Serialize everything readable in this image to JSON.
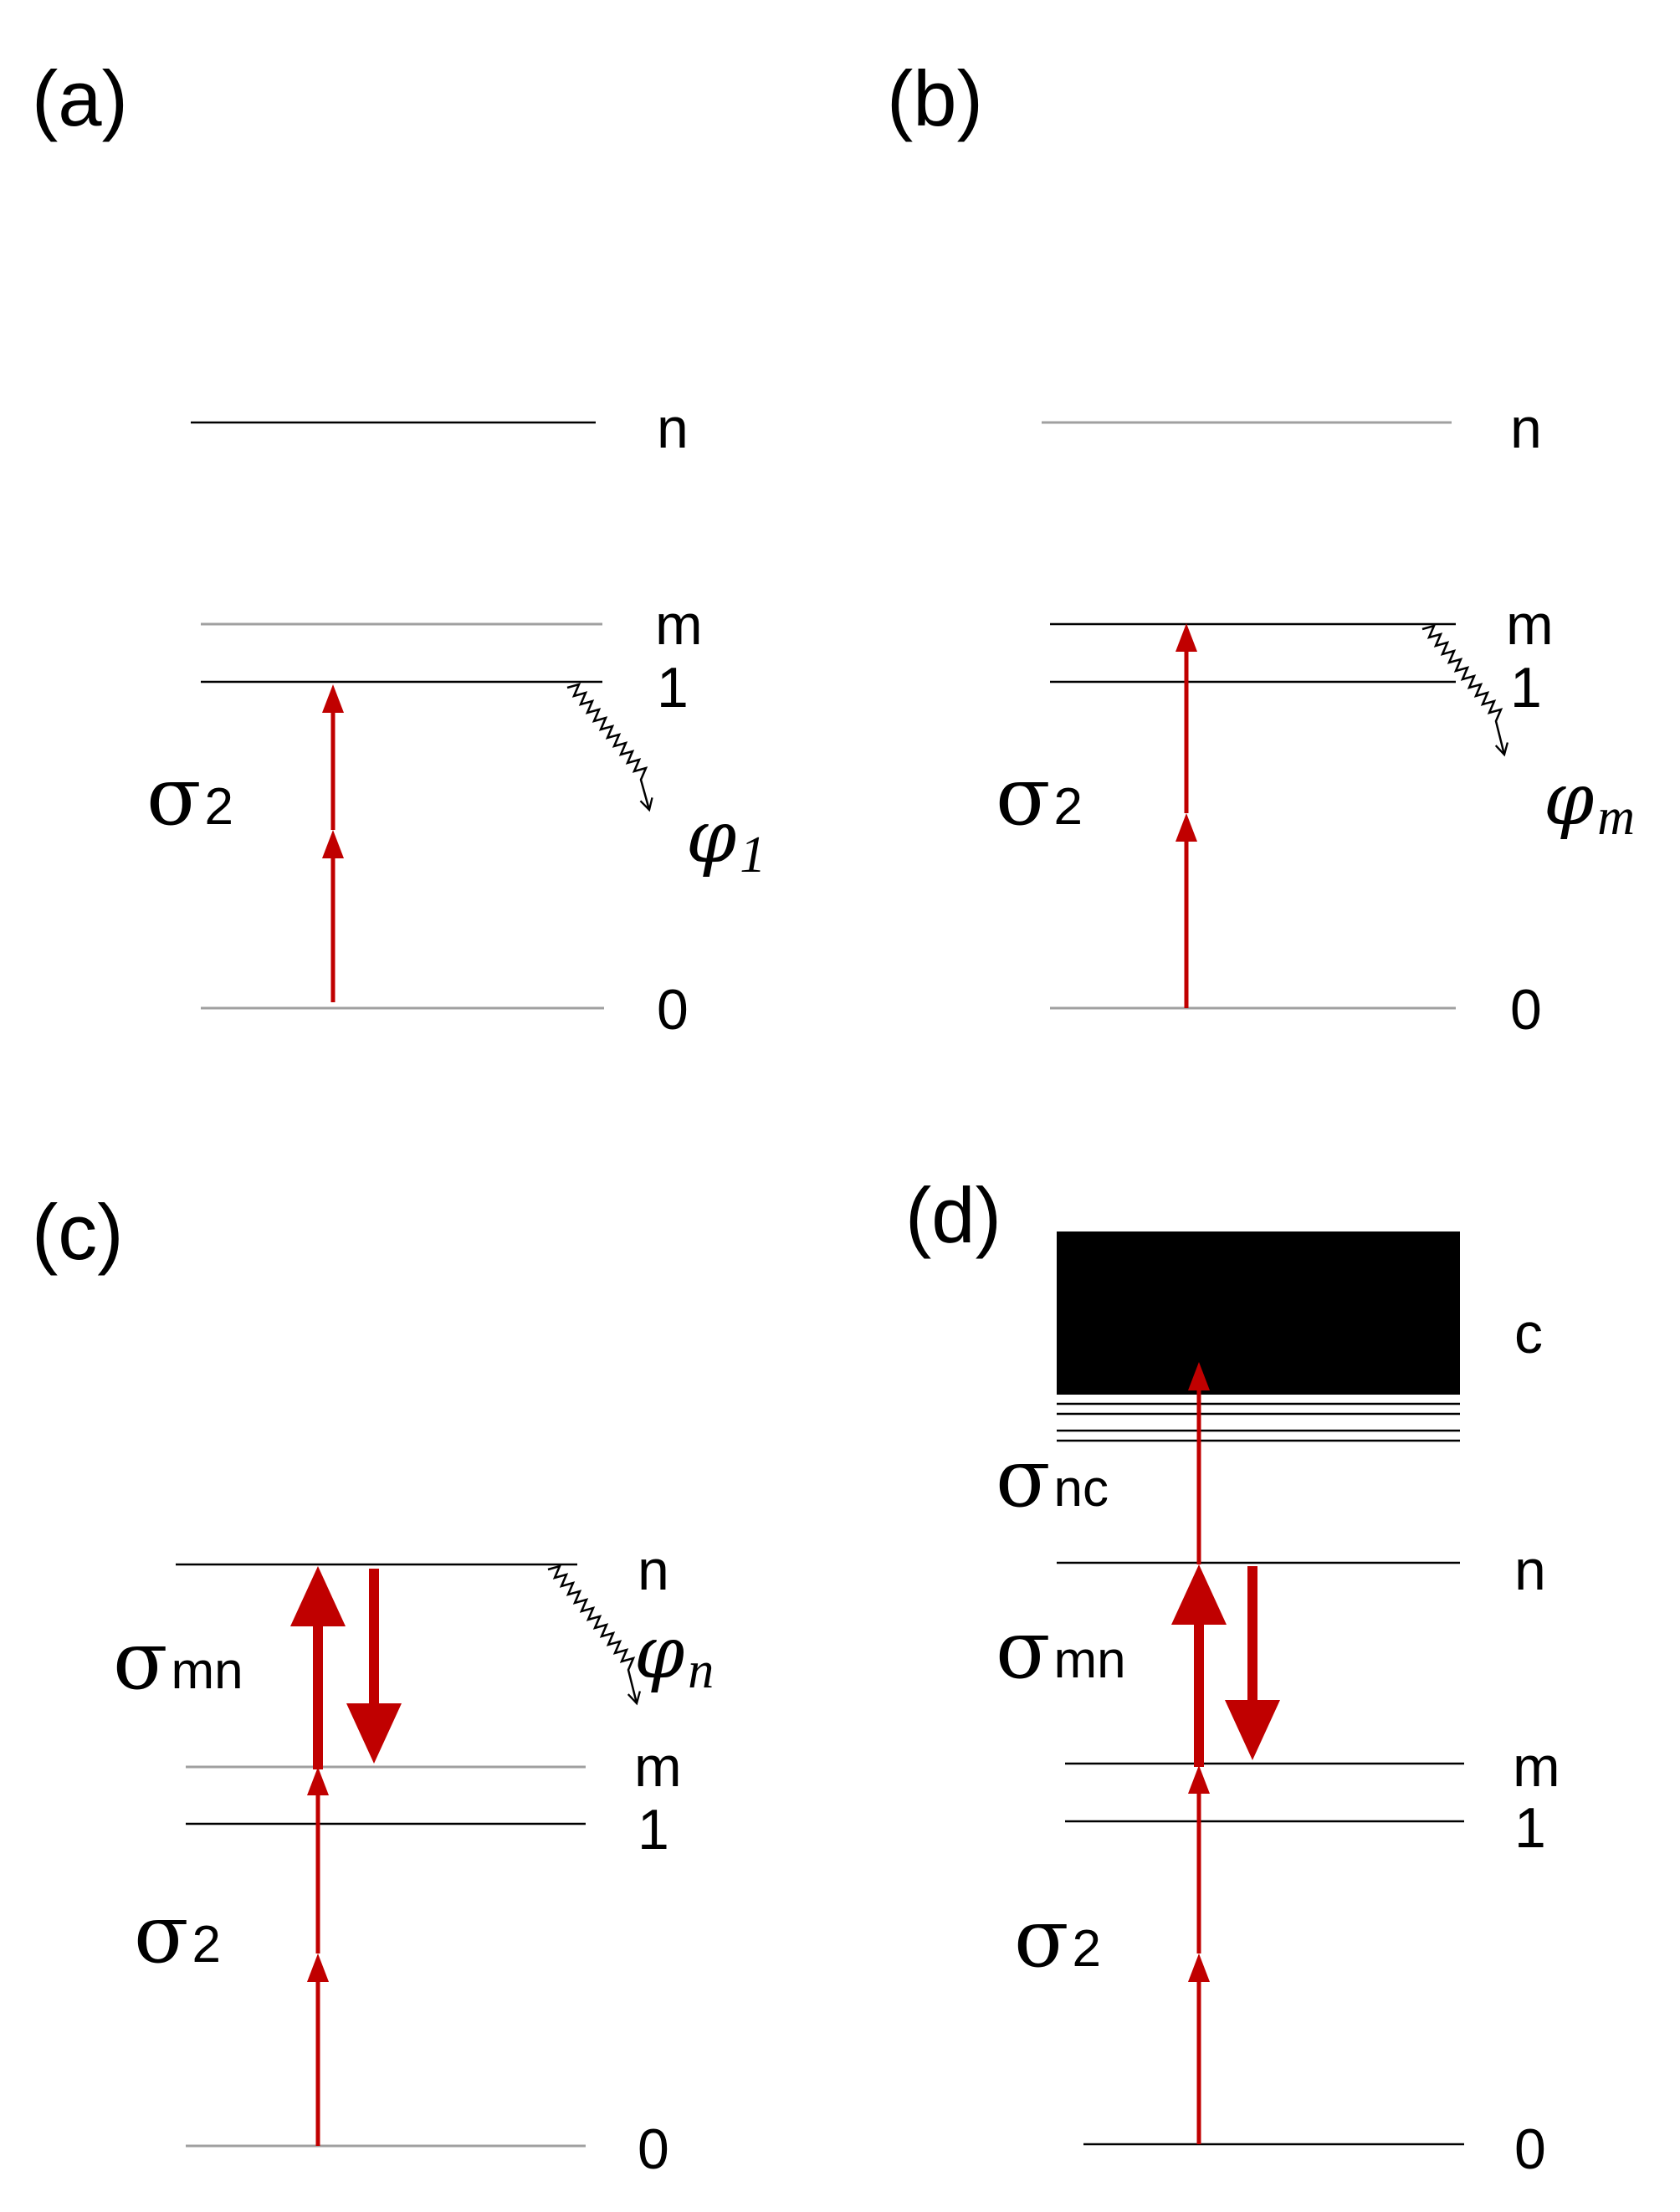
{
  "panels": {
    "a": {
      "label": "(a)",
      "levels": {
        "n": "n",
        "m": "m",
        "one": "1",
        "zero": "0"
      },
      "sigma": {
        "symbol": "σ",
        "sub": "2"
      },
      "phi": {
        "symbol": "φ",
        "sub": "1"
      }
    },
    "b": {
      "label": "(b)",
      "levels": {
        "n": "n",
        "m": "m",
        "one": "1",
        "zero": "0"
      },
      "sigma": {
        "symbol": "σ",
        "sub": "2"
      },
      "phi": {
        "symbol": "φ",
        "sub": "m"
      }
    },
    "c": {
      "label": "(c)",
      "levels": {
        "n": "n",
        "m": "m",
        "one": "1",
        "zero": "0"
      },
      "sigma_mn": {
        "symbol": "σ",
        "sub": "mn"
      },
      "sigma_2": {
        "symbol": "σ",
        "sub": "2"
      },
      "phi": {
        "symbol": "φ",
        "sub": "n"
      }
    },
    "d": {
      "label": "(d)",
      "levels": {
        "c": "c",
        "n": "n",
        "m": "m",
        "one": "1",
        "zero": "0"
      },
      "sigma_nc": {
        "symbol": "σ",
        "sub": "nc"
      },
      "sigma_mn": {
        "symbol": "σ",
        "sub": "mn"
      },
      "sigma_2": {
        "symbol": "σ",
        "sub": "2"
      }
    }
  },
  "colors": {
    "arrow": "#c00000",
    "level_dark": "#000000",
    "level_light": "#a0a0a0"
  }
}
